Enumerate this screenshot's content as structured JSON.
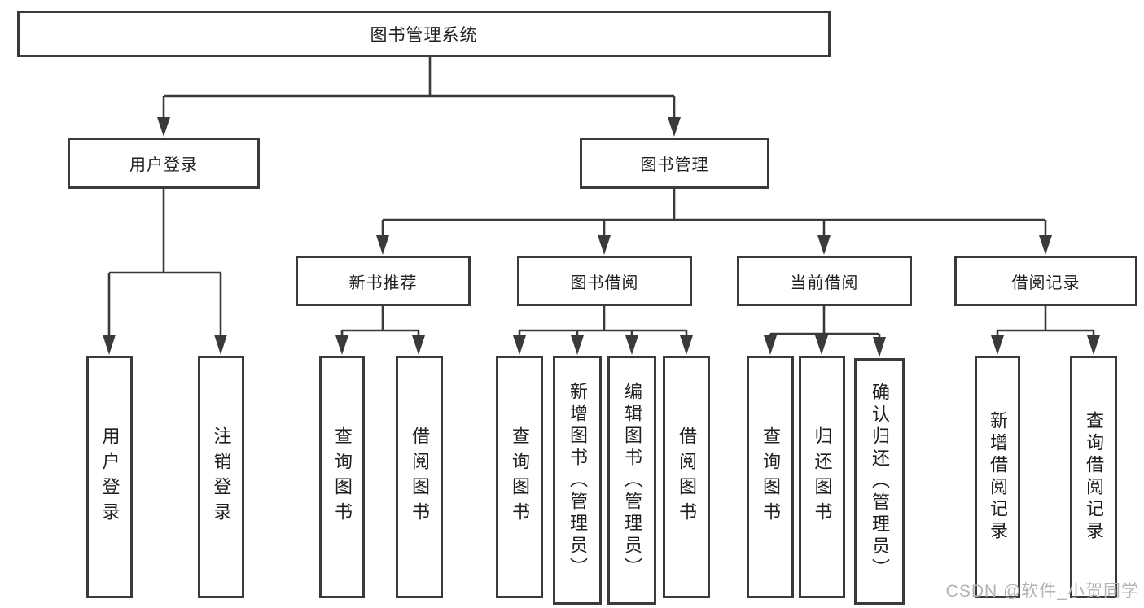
{
  "colors": {
    "line": "#3a3a3a",
    "text": "#1f1f1f",
    "background": "#ffffff",
    "watermark": "#b3b3b3"
  },
  "watermark": {
    "text": "CSDN @软件_小贺同学"
  },
  "tree": {
    "root": {
      "label": "图书管理系统"
    },
    "children": [
      {
        "label": "用户登录",
        "children": [
          {
            "label": "用户登录"
          },
          {
            "label": "注销登录"
          }
        ]
      },
      {
        "label": "图书管理",
        "children": [
          {
            "label": "新书推荐",
            "children": [
              {
                "label": "查询图书"
              },
              {
                "label": "借阅图书"
              }
            ]
          },
          {
            "label": "图书借阅",
            "children": [
              {
                "label": "查询图书"
              },
              {
                "label": "新增图书（管理员）"
              },
              {
                "label": "编辑图书（管理员）"
              },
              {
                "label": "借阅图书"
              }
            ]
          },
          {
            "label": "当前借阅",
            "children": [
              {
                "label": "查询图书"
              },
              {
                "label": "归还图书"
              },
              {
                "label": "确认归还（管理员）"
              }
            ]
          },
          {
            "label": "借阅记录",
            "children": [
              {
                "label": "新增借阅记录"
              },
              {
                "label": "查询借阅记录"
              }
            ]
          }
        ]
      }
    ]
  }
}
